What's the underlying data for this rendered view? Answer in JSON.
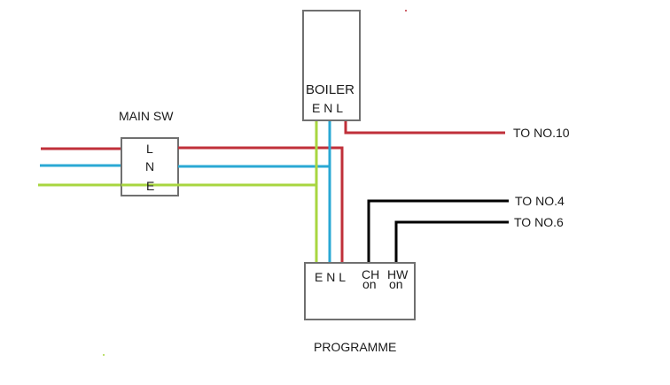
{
  "diagram": {
    "title": "Central heating wiring diagram",
    "colors": {
      "live": "#c0303a",
      "neutral": "#2aa8d4",
      "earth": "#a8d640",
      "switched": "#000000",
      "box": "#707070"
    },
    "main_switch": {
      "label": "MAIN SW",
      "terminals": [
        "L",
        "N",
        "E"
      ]
    },
    "boiler": {
      "label": "BOILER",
      "terminals": "E N L"
    },
    "programmer": {
      "label": "PROGRAMME",
      "terminals": "E N L",
      "ch_top": "CH",
      "ch_bottom": "on",
      "hw_top": "HW",
      "hw_bottom": "on"
    },
    "destinations": {
      "no10": "TO NO.10",
      "no4": "TO NO.4",
      "no6": "TO NO.6"
    }
  }
}
